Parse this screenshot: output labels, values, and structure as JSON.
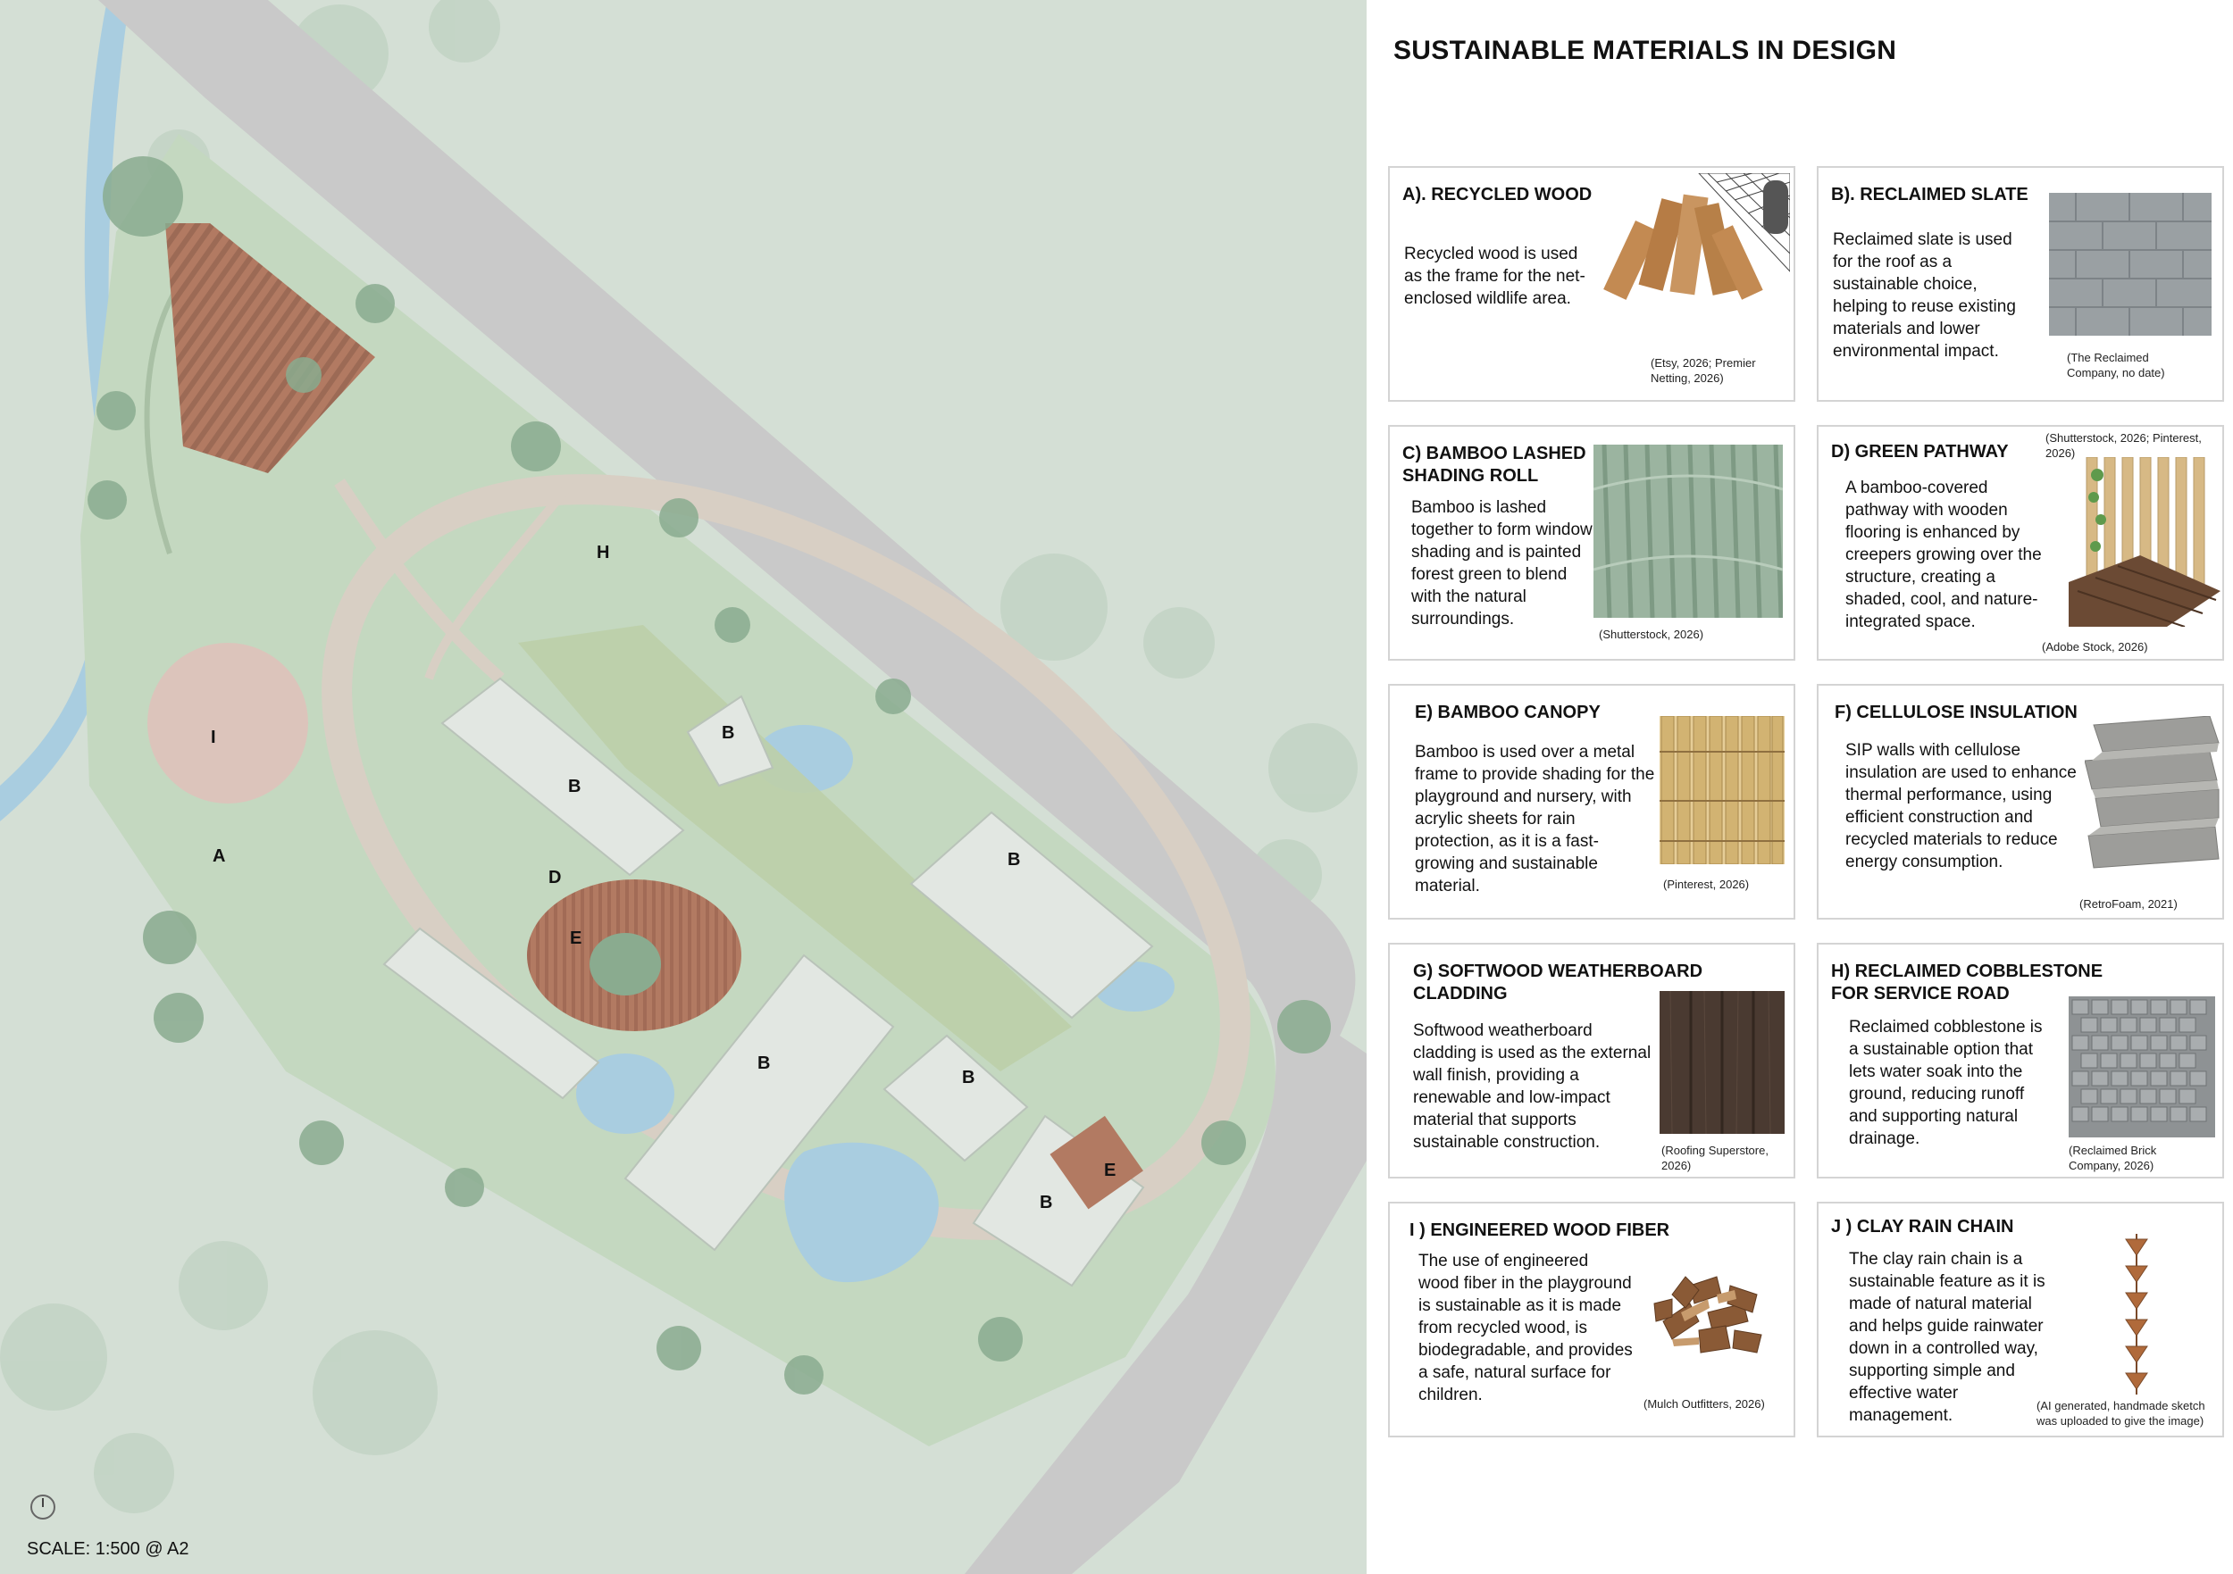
{
  "page": {
    "title": "SUSTAINABLE MATERIALS IN DESIGN",
    "scale": "SCALE: 1:500 @ A2"
  },
  "map": {
    "labels": [
      "H",
      "B",
      "B",
      "B",
      "B",
      "B",
      "B",
      "I",
      "A",
      "D",
      "E",
      "E"
    ],
    "colors": {
      "background": "#d4dfd5",
      "road": "#c9c9c9",
      "path": "#d8cfc4",
      "lawn": "#c4d8c0",
      "water": "#a9cde0",
      "timber": "#b27a62",
      "roof": "#e2e7e2",
      "tree": "#8aab8f"
    }
  },
  "cards": [
    {
      "title": "A). RECYCLED WOOD",
      "desc": "Recycled wood is used as the frame for the net-enclosed wildlife area.",
      "cite": "(Etsy, 2026; Premier Netting, 2026)",
      "icon": "timber-net-icon"
    },
    {
      "title": "B). RECLAIMED SLATE",
      "desc": "Reclaimed slate is used for the roof as a sustainable choice, helping to reuse existing materials and lower environmental impact.",
      "cite": "(The Reclaimed Company, no date)",
      "icon": "slate-tiles-icon"
    },
    {
      "title": "C) BAMBOO LASHED SHADING ROLL",
      "desc": "Bamboo is lashed together to form window shading and is painted forest green to blend with the natural surroundings.",
      "cite": "(Shutterstock, 2026)",
      "icon": "bamboo-roll-icon"
    },
    {
      "title": "D) GREEN PATHWAY",
      "desc": "A bamboo-covered pathway with wooden flooring is enhanced by creepers growing over the structure, creating a shaded, cool, and nature-integrated space.",
      "cite": "(Adobe Stock, 2026)",
      "cite_top": "(Shutterstock, 2026; Pinterest, 2026)",
      "icon": "bamboo-walkway-icon"
    },
    {
      "title": "E) BAMBOO CANOPY",
      "desc": "Bamboo is used over a metal frame to provide shading for the playground and nursery, with acrylic sheets for rain protection, as it is a fast-growing and sustainable material.",
      "cite": "(Pinterest, 2026)",
      "icon": "bamboo-poles-icon"
    },
    {
      "title": "F) CELLULOSE INSULATION",
      "desc": "SIP walls with cellulose insulation are used to enhance thermal performance, using efficient construction and recycled materials to reduce energy consumption.",
      "cite": "(RetroFoam, 2021)",
      "icon": "insulation-panels-icon"
    },
    {
      "title": "G) SOFTWOOD WEATHERBOARD CLADDING",
      "desc": "Softwood weatherboard cladding is used as the external wall finish, providing a renewable and low-impact material that supports sustainable construction.",
      "cite": "(Roofing Superstore, 2026)",
      "icon": "weatherboard-icon"
    },
    {
      "title": "H) RECLAIMED COBBLESTONE FOR SERVICE ROAD",
      "desc": "Reclaimed cobblestone is a sustainable option that lets water soak into the ground, reducing runoff and supporting natural drainage.",
      "cite": "(Reclaimed Brick Company, 2026)",
      "icon": "cobblestone-icon"
    },
    {
      "title": "I ) ENGINEERED WOOD FIBER",
      "desc": "The use of engineered wood fiber in the playground is sustainable as it is made from recycled wood, is biodegradable, and provides a safe, natural surface for children.",
      "cite": "(Mulch Outfitters, 2026)",
      "icon": "wood-chips-icon"
    },
    {
      "title": "J ) CLAY RAIN CHAIN",
      "desc": "The clay rain chain is a sustainable feature as it is made of natural material and helps guide rainwater down in a controlled way, supporting simple and effective water management.",
      "cite": "(AI generated, handmade sketch was uploaded to give the image)",
      "icon": "rain-chain-icon"
    }
  ]
}
